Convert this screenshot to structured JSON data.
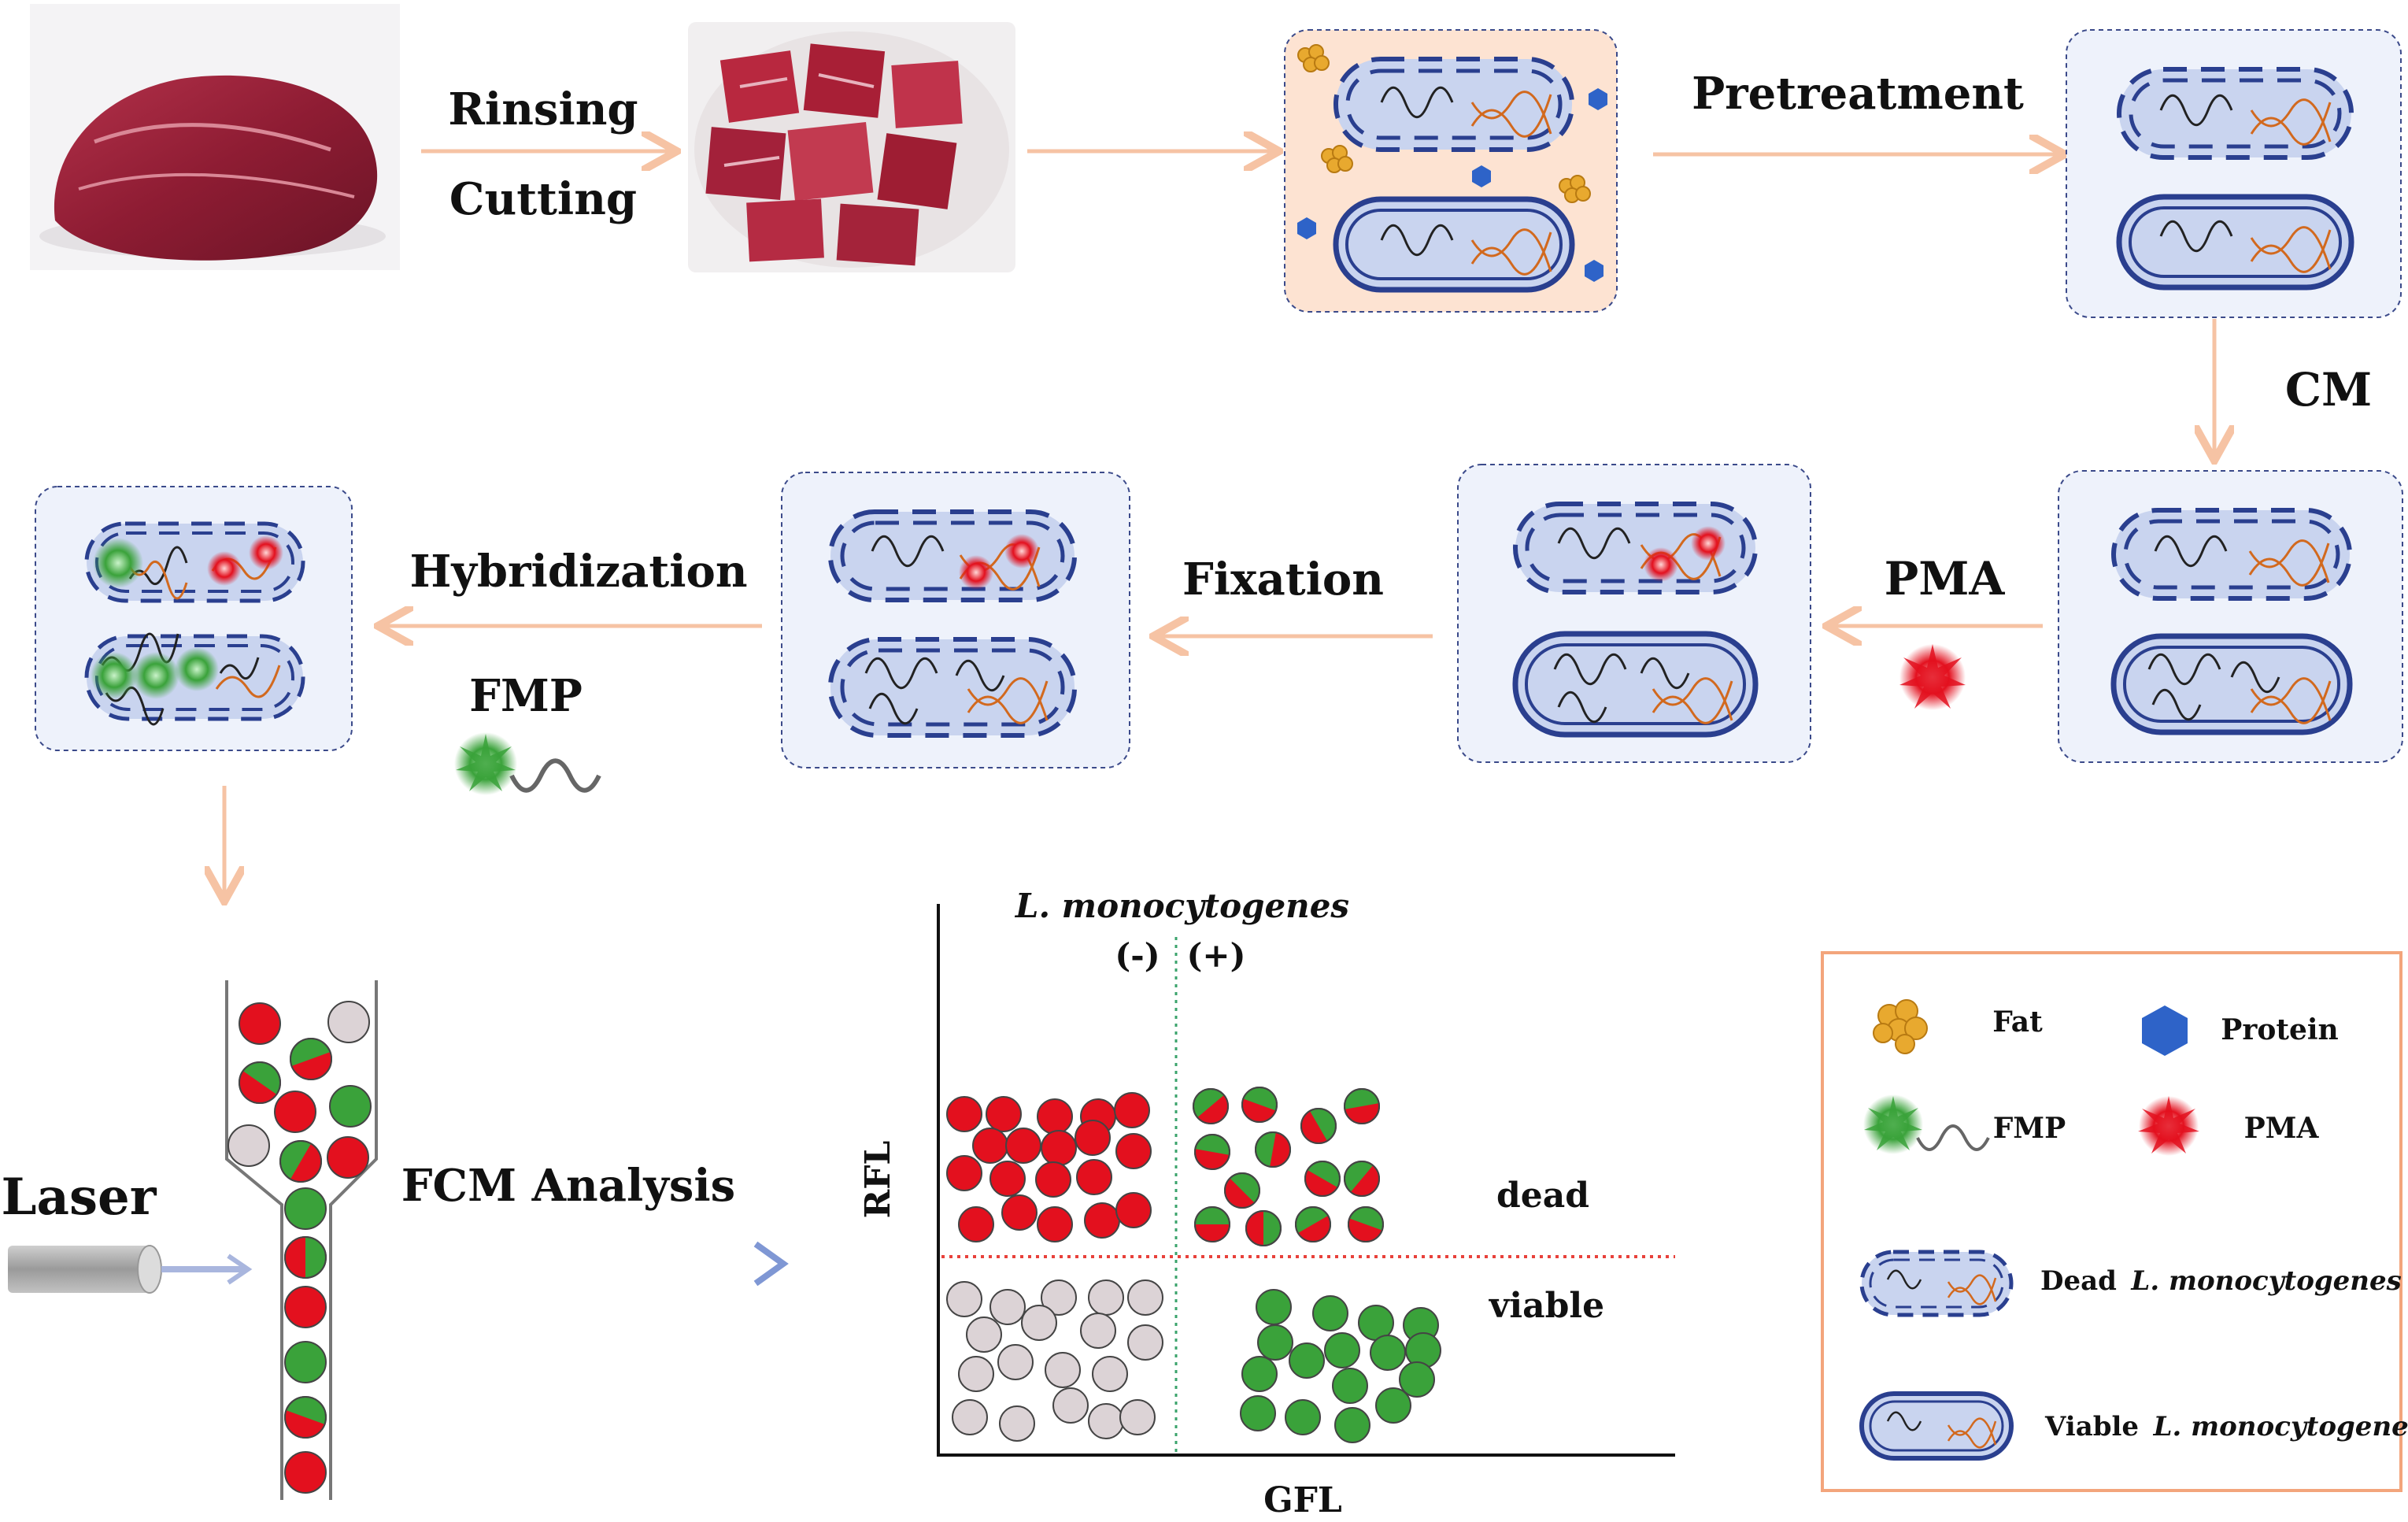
{
  "colors": {
    "arrow": "#f6c3a4",
    "panel_bg": "#eef2fb",
    "panel_stroke": "#3b4a8a",
    "sample_bg": "#fde3d2",
    "cell_fill": "#c9d4ef",
    "cell_stroke": "#2a3f8f",
    "dna": "#d2691e",
    "rna": "#222222",
    "fat": "#e8a92f",
    "protein": "#2e63c8",
    "red": "#e3101e",
    "green": "#3aa23a",
    "gray": "#dcd3d6",
    "divider_red": "#e8413b",
    "divider_green": "#3aa36b",
    "legend_border": "#f3a57c"
  },
  "steps": {
    "rinsing": "Rinsing",
    "cutting": "Cutting",
    "pretreatment": "Pretreatment",
    "cm": "CM",
    "pma": "PMA",
    "fixation": "Fixation",
    "hybridization": "Hybridization",
    "fmp": "FMP",
    "laser": "Laser",
    "fcm_analysis": "FCM Analysis"
  },
  "plot": {
    "title": "L. monocytogenes",
    "neg": "(-)",
    "pos": "(+)",
    "ylabel": "RFL",
    "xlabel": "GFL",
    "dead": "dead",
    "viable": "viable"
  },
  "legend": {
    "fat": "Fat",
    "protein": "Protein",
    "fmp": "FMP",
    "pma": "PMA",
    "dead_prefix": "Dead",
    "viable_prefix": "Viable",
    "species": "L. monocytogenes"
  },
  "icons": {
    "meat": "raw-meat-photo",
    "meat_cubes": "meat-cubes-photo",
    "fat": "fat-cluster-icon",
    "protein": "protein-hexagon-icon",
    "fmp": "fluorescent-probe-icon",
    "pma": "pma-burst-icon",
    "laser": "laser-emitter-icon"
  }
}
